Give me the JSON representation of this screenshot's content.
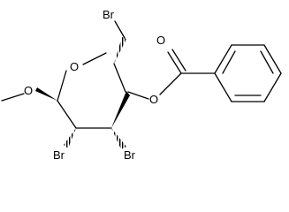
{
  "structure": {
    "atoms": {
      "ring_oxygen": "O",
      "ester_carbonyl_oxygen": "O",
      "ester_linking_oxygen": "O",
      "methoxy_oxygen": "O",
      "bromomethyl_bromine": "Br",
      "c2_bromine": "Br",
      "c3_bromine": "Br"
    }
  }
}
